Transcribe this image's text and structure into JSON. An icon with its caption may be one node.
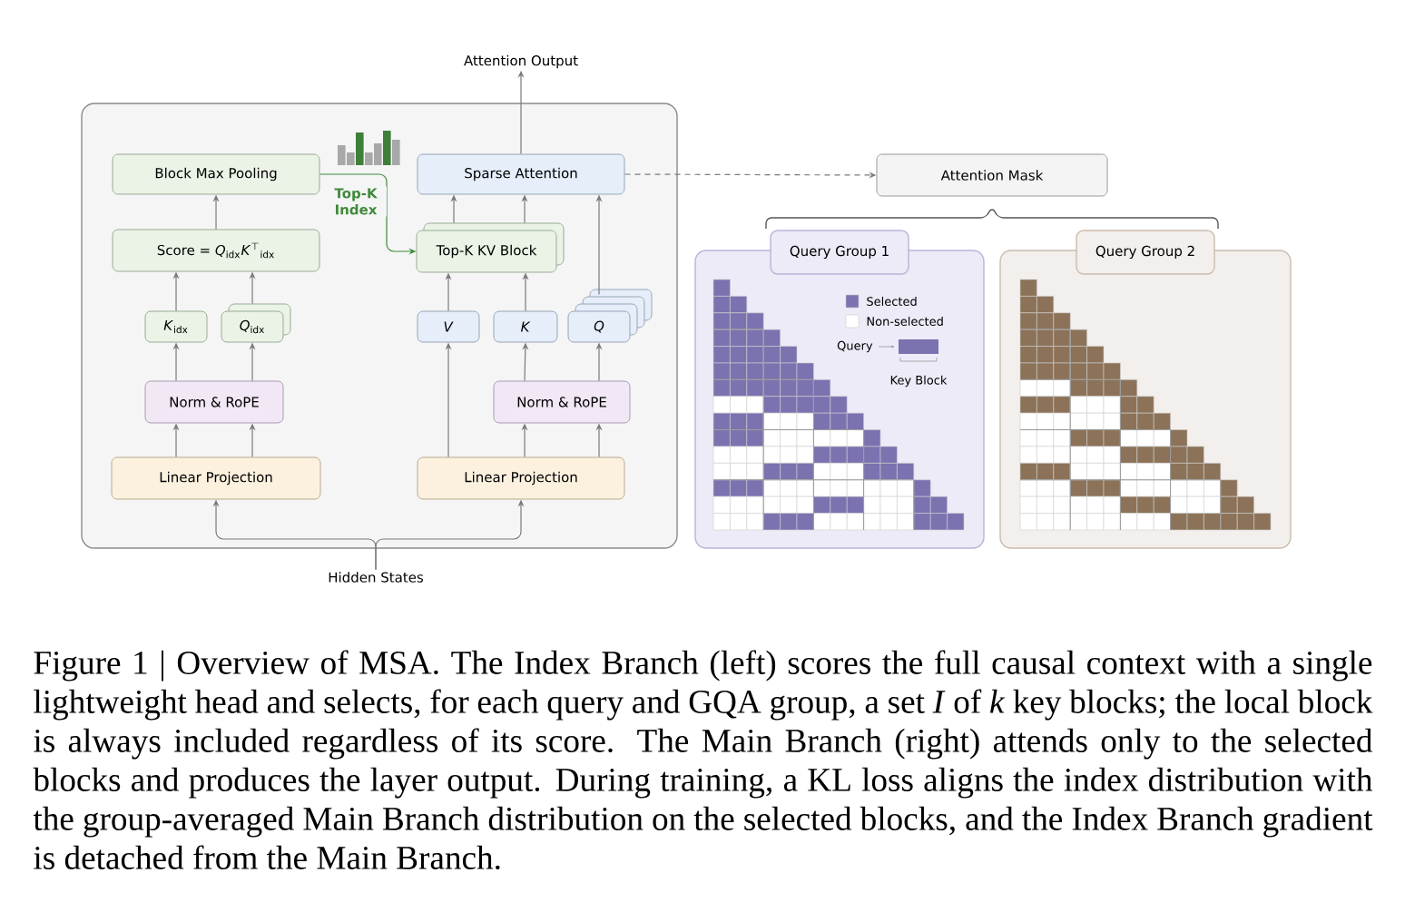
{
  "diagram": {
    "caption": "Figure 1 | Overview of MSA. The Index Branch (left) scores the full causal context with a single lightweight head and selects, for each query and GQA group, a set *I* of *k* key blocks; the local block is always included regardless of its score. The Main Branch (right) attends only to the selected blocks and produces the layer output. During training, a KL loss aligns the index distribution with the group-averaged Main Branch distribution on the selected blocks, and the Index Branch gradient is detached from the Main Branch.",
    "nodes": [
      {
        "text": [],
        "shape": "box"
      },
      {
        "text": [
          "Block Max Pooling"
        ],
        "in": 0
      },
      {
        "text": [
          "Score = *Q*$_{idx}$*K*$^{⊤}$$_{idx}$"
        ],
        "in": 0
      },
      {
        "text": [
          "*K*$_{idx}$"
        ],
        "in": 0
      },
      {
        "text": [
          "*Q*$_{idx}$"
        ],
        "in": 0
      },
      {
        "text": [
          "Norm & RoPE"
        ],
        "in": 0
      },
      {
        "text": [
          "Linear Projection"
        ],
        "in": 0
      },
      {
        "text": [
          "Sparse Attention"
        ],
        "in": 0
      },
      {
        "text": [
          "Top-K KV Block"
        ],
        "in": 0
      },
      {
        "text": [
          "*V*"
        ],
        "in": 0
      },
      {
        "text": [
          "*K*"
        ],
        "in": 0
      },
      {
        "text": [
          "*Q*"
        ],
        "in": 0
      },
      {
        "text": [
          "Norm & RoPE"
        ],
        "in": 0
      },
      {
        "text": [
          "Linear Projection"
        ],
        "in": 0
      },
      {
        "text": [
          "Attention Output"
        ]
      },
      {
        "text": [
          "Hidden States"
        ]
      },
      {
        "text": [
          "Attention Mask"
        ]
      },
      {
        "text": [
          "Query Group 1"
        ]
      },
      {
        "text": [
          "Query Group 2"
        ]
      }
    ],
    "edges": [
      {
        "from": 15,
        "to": 6,
        "arrow": "to"
      },
      {
        "from": 15,
        "to": 13,
        "arrow": "to"
      },
      {
        "from": 6,
        "to": 5,
        "arrow": "to"
      },
      {
        "from": 6,
        "to": 5,
        "arrow": "to"
      },
      {
        "from": 5,
        "to": 3,
        "arrow": "to"
      },
      {
        "from": 5,
        "to": 4,
        "arrow": "to"
      },
      {
        "from": 3,
        "to": 2,
        "arrow": "to"
      },
      {
        "from": 4,
        "to": 2,
        "arrow": "to"
      },
      {
        "from": 2,
        "to": 1,
        "arrow": "to"
      },
      {
        "from": 1,
        "to": 8,
        "arrow": "to",
        "label": "Top-K Index",
        "color": "#3f8a3c"
      },
      {
        "from": 13,
        "to": 9,
        "arrow": "to"
      },
      {
        "from": 13,
        "to": 12,
        "arrow": "to"
      },
      {
        "from": 13,
        "to": 12,
        "arrow": "to"
      },
      {
        "from": 12,
        "to": 10,
        "arrow": "to"
      },
      {
        "from": 12,
        "to": 11,
        "arrow": "to"
      },
      {
        "from": 9,
        "to": 8,
        "arrow": "to"
      },
      {
        "from": 10,
        "to": 8,
        "arrow": "to"
      },
      {
        "from": 8,
        "to": 7,
        "arrow": "to"
      },
      {
        "from": 8,
        "to": 7,
        "arrow": "to"
      },
      {
        "from": 11,
        "to": 7,
        "arrow": "to"
      },
      {
        "from": 7,
        "to": 14,
        "arrow": "to"
      },
      {
        "from": 7,
        "to": 16,
        "arrow": "to",
        "style": "dashed"
      }
    ],
    "labels": [
      "Query",
      "Key Block"
    ],
    "legend": [
      {
        "text": "Selected",
        "color": "#7b72b0"
      },
      {
        "text": "Non-selected",
        "color": "#ffffff"
      }
    ]
  }
}
